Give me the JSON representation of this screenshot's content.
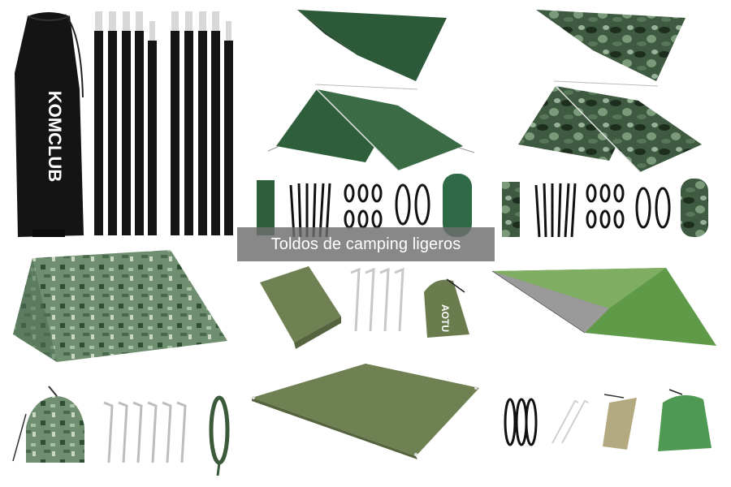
{
  "caption": {
    "text": "Toldos de camping ligeros"
  },
  "products": [
    {
      "id": "poles-kit",
      "brand_text": "KOMCLUB",
      "color": "#111111"
    },
    {
      "id": "green-tarp-kit",
      "color": "#2e5a3a"
    },
    {
      "id": "camo-tarp-kit",
      "color": "#3e5a40"
    },
    {
      "id": "digital-camo-tarp-kit",
      "color": "#5a7a5a"
    },
    {
      "id": "olive-ground-sheet-kit",
      "brand_text": "AOTU",
      "color": "#6f8052"
    },
    {
      "id": "diamond-tarp-kit",
      "color": "#5f9a48"
    }
  ]
}
